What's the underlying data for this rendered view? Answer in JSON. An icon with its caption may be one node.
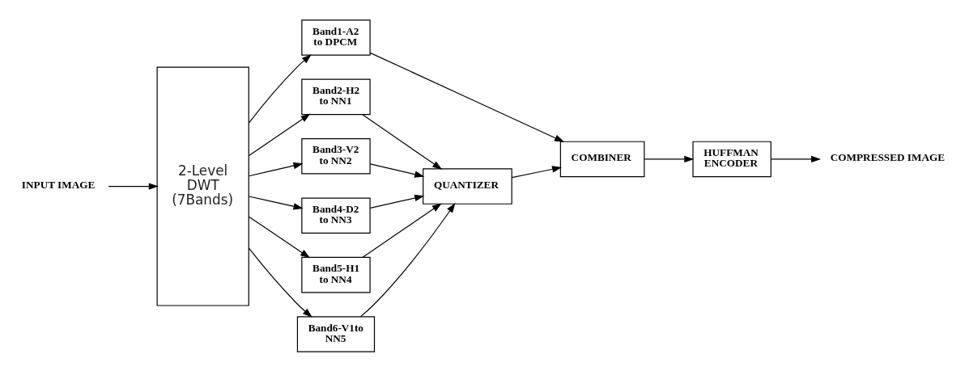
{
  "diagram": {
    "nodes": [
      {
        "text": [
          "INPUT IMAGE"
        ]
      },
      {
        "text": [
          "2-Level DWT (7Bands)"
        ]
      },
      {
        "text": [
          "Band1-A2 to DPCM"
        ]
      },
      {
        "text": [
          "Band2-H2 to NN1"
        ]
      },
      {
        "text": [
          "Band3-V2 to NN2"
        ]
      },
      {
        "text": [
          "Band4-D2 to NN3"
        ]
      },
      {
        "text": [
          "Band5-H1 to NN4"
        ]
      },
      {
        "text": [
          "Band6-V1to NN5"
        ]
      },
      {
        "text": [
          "QUANTIZER"
        ]
      },
      {
        "text": [
          "COMBINER"
        ]
      },
      {
        "text": [
          "HUFFMAN ENCODER"
        ]
      },
      {
        "text": [
          "COMPRESSED IMAGE"
        ]
      }
    ],
    "edges": [
      {
        "from": 0,
        "to": 1,
        "arrow": "to"
      },
      {
        "from": 1,
        "to": 2,
        "arrow": "to"
      },
      {
        "from": 1,
        "to": 3,
        "arrow": "to"
      },
      {
        "from": 1,
        "to": 4,
        "arrow": "to"
      },
      {
        "from": 1,
        "to": 5,
        "arrow": "to"
      },
      {
        "from": 1,
        "to": 6,
        "arrow": "to"
      },
      {
        "from": 1,
        "to": 7,
        "arrow": "to"
      },
      {
        "from": 3,
        "to": 8,
        "arrow": "to"
      },
      {
        "from": 4,
        "to": 8,
        "arrow": "to"
      },
      {
        "from": 5,
        "to": 8,
        "arrow": "to"
      },
      {
        "from": 6,
        "to": 8,
        "arrow": "to"
      },
      {
        "from": 7,
        "to": 8,
        "arrow": "to"
      },
      {
        "from": 2,
        "to": 9,
        "arrow": "to"
      },
      {
        "from": 8,
        "to": 9,
        "arrow": "to"
      },
      {
        "from": 9,
        "to": 10,
        "arrow": "to"
      },
      {
        "from": 10,
        "to": 11,
        "arrow": "to"
      }
    ]
  }
}
